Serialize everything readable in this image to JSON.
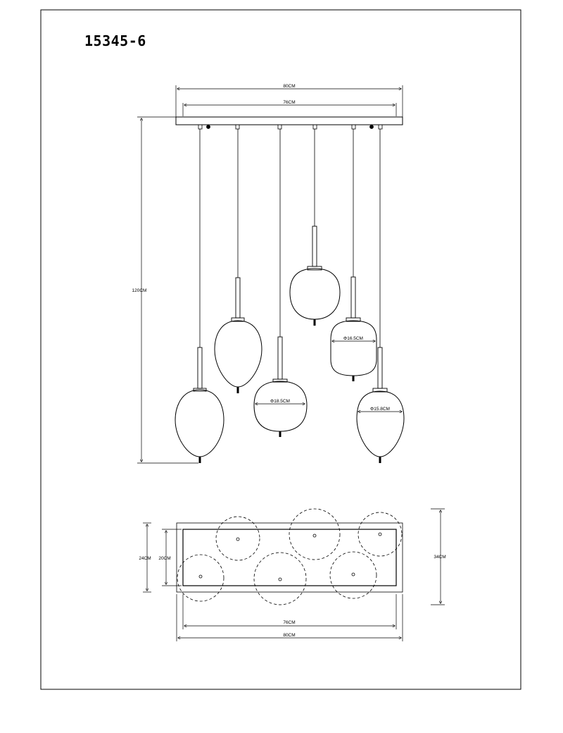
{
  "drawing": {
    "model": "15345-6"
  },
  "dimensions": {
    "overall_width": "80CM",
    "inner_width": "76CM",
    "height": "120CM",
    "shade_large": "Φ18.5CM",
    "shade_medium": "Φ16.5CM",
    "shade_small": "Φ15.8CM",
    "plan_inner_depth": "20CM",
    "plan_outer_depth": "24CM",
    "plan_canopy_depth": "34CM",
    "plan_inner_width": "76CM",
    "plan_overall_width": "80CM"
  },
  "colors": {
    "line": "#000000",
    "background": "#ffffff"
  }
}
